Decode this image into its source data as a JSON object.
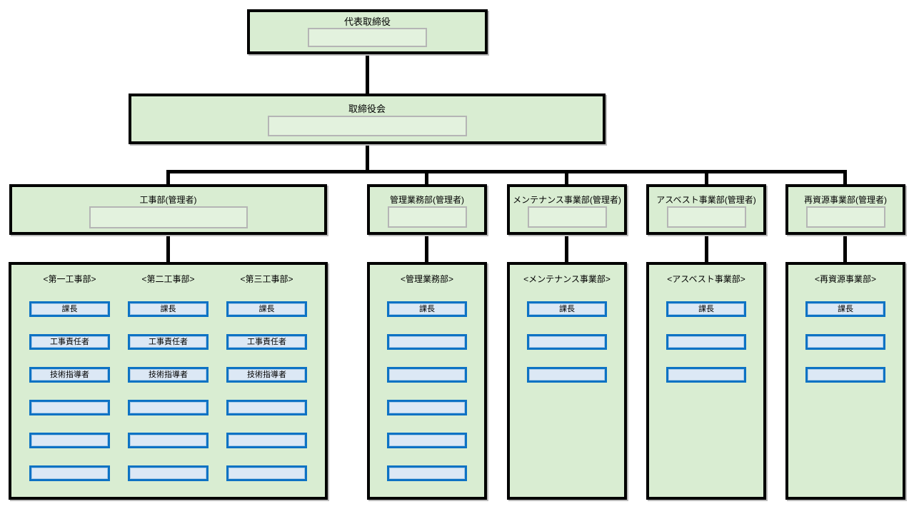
{
  "colors": {
    "green": "#d9edd2",
    "black": "#000000",
    "gray_border": "#b5b5b5",
    "blue_border": "#0d72c4",
    "blue_fill": "#dce8f5"
  },
  "top": {
    "label": "代表取締役"
  },
  "board": {
    "label": "取締役会"
  },
  "departments": [
    {
      "label": "工事部(管理者)"
    },
    {
      "label": "管理業務部(管理者)"
    },
    {
      "label": "メンテナンス事業部(管理者)"
    },
    {
      "label": "アスベスト事業部(管理者)"
    },
    {
      "label": "再資源事業部(管理者)"
    }
  ],
  "groups": [
    {
      "columns": [
        {
          "title": "<第一工事部>",
          "slots": [
            "課長",
            "工事責任者",
            "技術指導者",
            "",
            "",
            ""
          ]
        },
        {
          "title": "<第二工事部>",
          "slots": [
            "課長",
            "工事責任者",
            "技術指導者",
            "",
            "",
            ""
          ]
        },
        {
          "title": "<第三工事部>",
          "slots": [
            "課長",
            "工事責任者",
            "技術指導者",
            "",
            "",
            ""
          ]
        }
      ]
    },
    {
      "columns": [
        {
          "title": "<管理業務部>",
          "slots": [
            "課長",
            "",
            "",
            "",
            "",
            ""
          ]
        }
      ]
    },
    {
      "columns": [
        {
          "title": "<メンテナンス事業部>",
          "slots": [
            "課長",
            "",
            ""
          ]
        }
      ]
    },
    {
      "columns": [
        {
          "title": "<アスベスト事業部>",
          "slots": [
            "課長",
            "",
            ""
          ]
        }
      ]
    },
    {
      "columns": [
        {
          "title": "<再資源事業部>",
          "slots": [
            "課長",
            "",
            ""
          ]
        }
      ]
    }
  ]
}
